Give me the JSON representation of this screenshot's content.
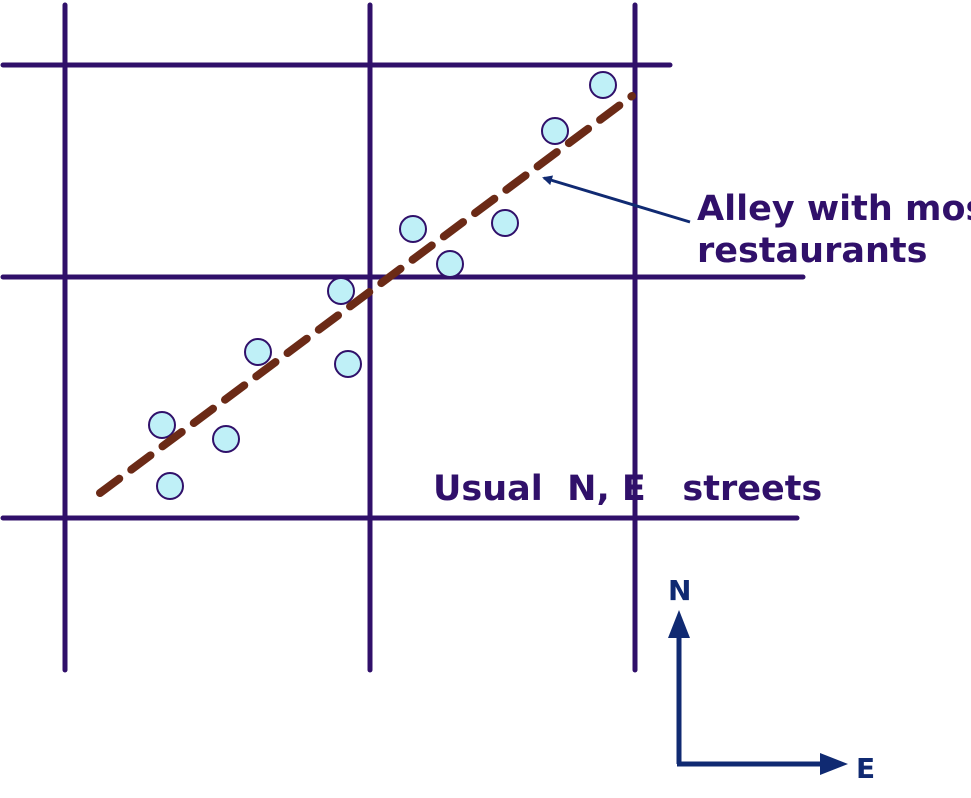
{
  "colors": {
    "street": "#30106a",
    "alley": "#6b2a16",
    "restaurant_fill": "#bff0f7",
    "restaurant_stroke": "#30106a",
    "label_text": "#30106a",
    "arrow": "#102a72",
    "compass": "#102a72"
  },
  "labels": {
    "alley_line1": "Alley with most",
    "alley_line2": "restaurants",
    "streets": "Usual  N, E   streets"
  },
  "compass": {
    "north": "N",
    "east": "E"
  },
  "legend_items": {
    "street": "street-line",
    "alley": "alley-dashed-line",
    "restaurant": "restaurant-marker-circle"
  }
}
